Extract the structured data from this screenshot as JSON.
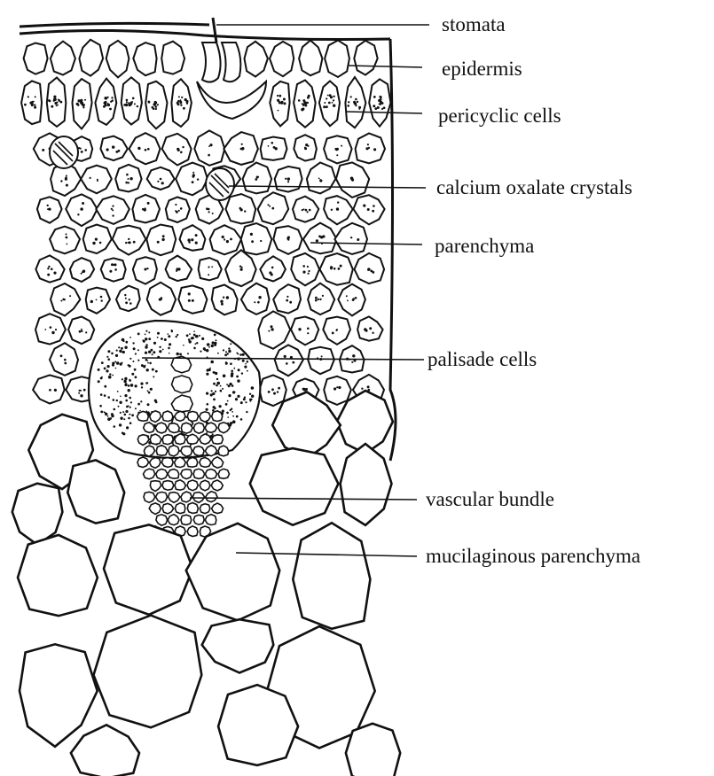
{
  "labels": {
    "stomata": "stomata",
    "epidermis": "epidermis",
    "pericyclic_cells": "pericyclic cells",
    "calcium_oxalate_crystals": "calcium oxalate crystals",
    "parenchyma": "parenchyma",
    "palisade_cells": "palisade cells",
    "vascular_bundle": "vascular bundle",
    "mucilaginous_parenchyma": "mucilaginous parenchyma"
  },
  "colors": {
    "ink": "#111111",
    "paper": "#ffffff"
  }
}
